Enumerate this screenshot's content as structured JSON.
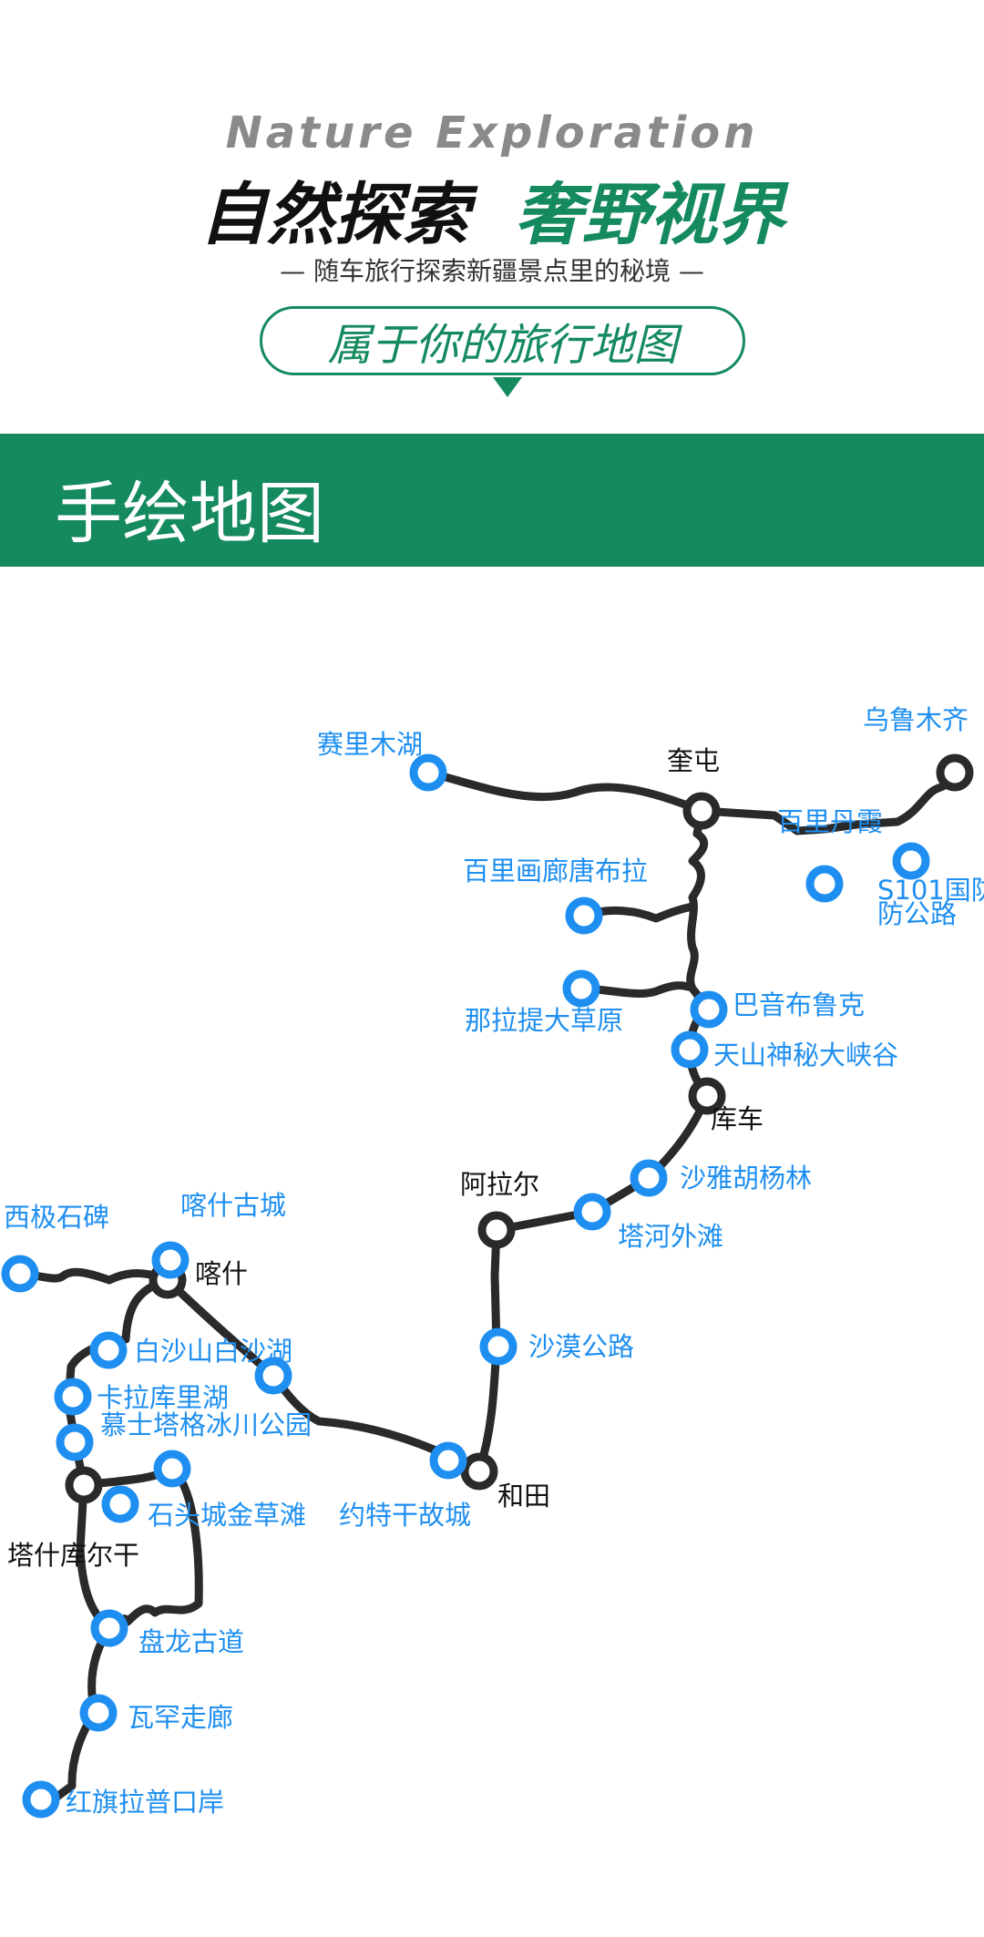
{
  "header": {
    "subtitle_en": "Nature Exploration",
    "title_part1": "自然探索",
    "title_part2": "奢野视界",
    "tagline": "— 随车旅行探索新疆景点里的秘境 —",
    "pill_text": "属于你的旅行地图"
  },
  "banner": {
    "title": "手绘地图"
  },
  "colors": {
    "brand_green": "#148a5e",
    "spot_blue": "#1e8ff0",
    "route_dark": "#2a2a2a"
  },
  "map": {
    "towns": [
      "乌鲁木齐",
      "奎屯",
      "库车",
      "阿拉尔",
      "喀什",
      "和田",
      "塔什库尔干"
    ],
    "spots": [
      "赛里木湖",
      "百里丹霞",
      "S101国防公路",
      "百里画廊唐布拉",
      "那拉提大草原",
      "巴音布鲁克",
      "天山神秘大峡谷",
      "沙雅胡杨林",
      "塔河外滩",
      "沙漠公路",
      "约特干故城",
      "西极石碑",
      "喀什古城",
      "白沙山白沙湖",
      "卡拉库里湖",
      "慕士塔格冰川公园",
      "石头城金草滩",
      "盘龙古道",
      "瓦罕走廊",
      "红旗拉普口岸"
    ],
    "s101_line2": "防公路"
  }
}
